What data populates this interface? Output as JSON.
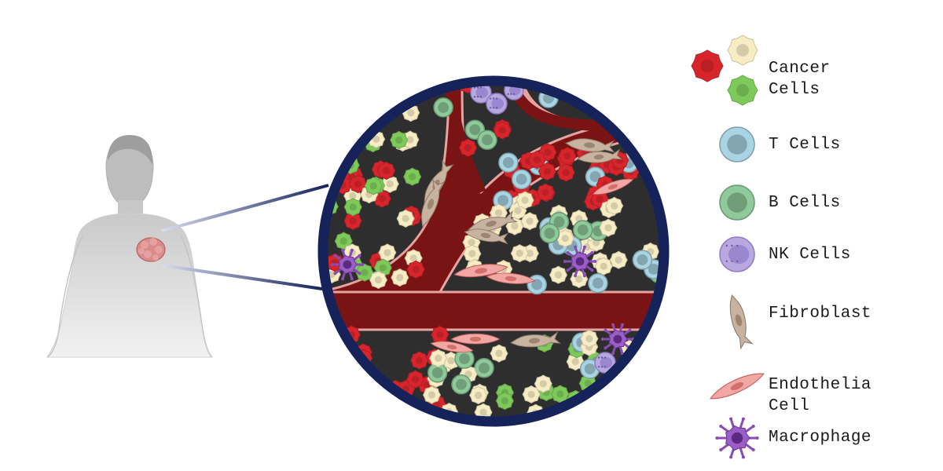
{
  "legend": {
    "cancer": "Cancer\nCells",
    "t_cells": "T Cells",
    "b_cells": "B Cells",
    "nk_cells": "NK Cells",
    "fibroblast": "Fibroblast",
    "endothelia": "Endothelia\nCell",
    "macrophage": "Macrophage"
  },
  "colors": {
    "cancer_red": "#d8252c",
    "cancer_yellow": "#f7ecc4",
    "cancer_green": "#7dc95a",
    "t_cell": "#a9d4e4",
    "b_cell": "#8fcb9a",
    "nk_cell": "#b9a8df",
    "fibroblast": "#c7b3a0",
    "endothelia": "#f1a7a4",
    "macrophage": "#8a4cb4",
    "vessel": "#7a1414",
    "ring": "#16235a",
    "tissue_bg": "#2e2e2e"
  }
}
